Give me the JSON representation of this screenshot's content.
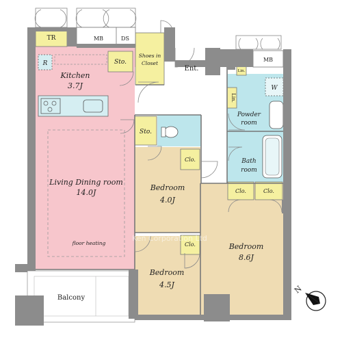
{
  "rooms": {
    "kitchen": {
      "name": "Kitchen",
      "size": "3.7J"
    },
    "ldk": {
      "name": "Living Dining room",
      "size": "14.0J",
      "note": "floor heating"
    },
    "bed_a": {
      "name": "Bedroom",
      "size": "4.0J"
    },
    "bed_b": {
      "name": "Bedroom",
      "size": "4.5J"
    },
    "bed_c": {
      "name": "Bedroom",
      "size": "8.6J"
    },
    "powder": {
      "name_line1": "Powder",
      "name_line2": "room"
    },
    "bath": {
      "name_line1": "Bath",
      "name_line2": "room"
    },
    "balcony": {
      "name": "Balcony"
    },
    "entrance": {
      "name": "Ent."
    },
    "shoes": {
      "name_line1": "Shoes in",
      "name_line2": "Closet"
    }
  },
  "labels": {
    "tr": "TR",
    "mb_top": "MB",
    "ds": "DS",
    "mb_right": "MB",
    "sto_kitchen": "Sto.",
    "sto_hall": "Sto.",
    "refrigerator": "R",
    "washer": "W",
    "lin_small": "Lin.",
    "lin_tall": "Lin.",
    "clo_bed_a": "Clo.",
    "clo_bed_b": "Clo.",
    "clo_1": "Clo.",
    "clo_2": "Clo."
  },
  "compass": {
    "label": "N"
  },
  "watermark": "Ken Corporation Ltd",
  "colors": {
    "wall": "#8c8c8c",
    "ldk_floor": "#f7c6cc",
    "bedroom_floor": "#efdcb3",
    "wet_floor": "#bde6ec",
    "storage": "#f5f0a0",
    "hall": "#ffffff"
  }
}
